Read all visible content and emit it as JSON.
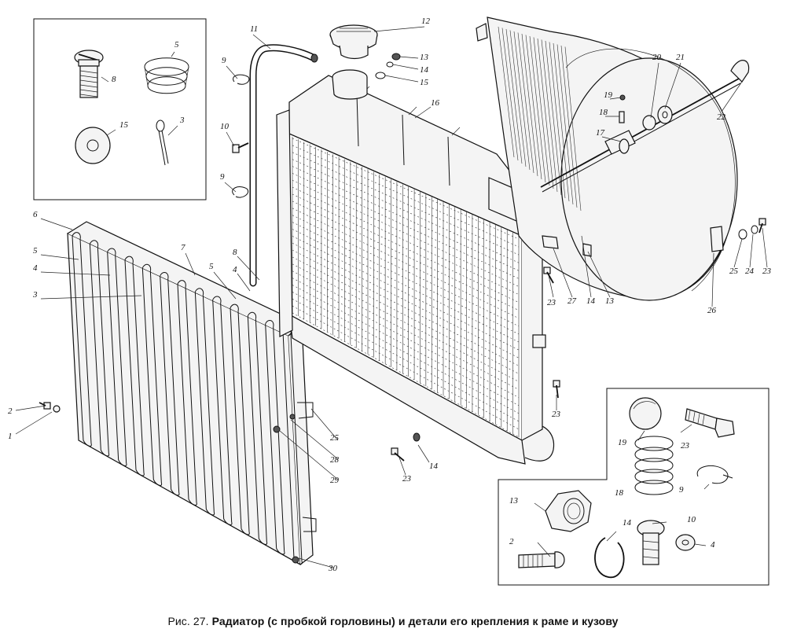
{
  "caption": {
    "prefix": "Рис. 27.",
    "title": "Радиатор (с пробкой горловины) и детали его крепления к раме и кузову"
  },
  "callouts": [
    {
      "id": "c-8-a",
      "text": "8"
    },
    {
      "id": "c-5-a",
      "text": "5"
    },
    {
      "id": "c-15-a",
      "text": "15"
    },
    {
      "id": "c-3-a",
      "text": "3"
    },
    {
      "id": "c-11",
      "text": "11"
    },
    {
      "id": "c-9-a",
      "text": "9"
    },
    {
      "id": "c-10-a",
      "text": "10"
    },
    {
      "id": "c-9-b",
      "text": "9"
    },
    {
      "id": "c-12",
      "text": "12"
    },
    {
      "id": "c-13-a",
      "text": "13"
    },
    {
      "id": "c-14-a",
      "text": "14"
    },
    {
      "id": "c-15-b",
      "text": "15"
    },
    {
      "id": "c-16",
      "text": "16"
    },
    {
      "id": "c-19-a",
      "text": "19"
    },
    {
      "id": "c-20",
      "text": "20"
    },
    {
      "id": "c-21",
      "text": "21"
    },
    {
      "id": "c-18-a",
      "text": "18"
    },
    {
      "id": "c-22",
      "text": "22"
    },
    {
      "id": "c-17",
      "text": "17"
    },
    {
      "id": "c-6",
      "text": "6"
    },
    {
      "id": "c-5-b",
      "text": "5"
    },
    {
      "id": "c-4-a",
      "text": "4"
    },
    {
      "id": "c-3-b",
      "text": "3"
    },
    {
      "id": "c-7",
      "text": "7"
    },
    {
      "id": "c-5-c",
      "text": "5"
    },
    {
      "id": "c-4-b",
      "text": "4"
    },
    {
      "id": "c-8-b",
      "text": "8"
    },
    {
      "id": "c-23-a",
      "text": "23"
    },
    {
      "id": "c-27",
      "text": "27"
    },
    {
      "id": "c-14-b",
      "text": "14"
    },
    {
      "id": "c-13-b",
      "text": "13"
    },
    {
      "id": "c-25-a",
      "text": "25"
    },
    {
      "id": "c-24",
      "text": "24"
    },
    {
      "id": "c-23-b",
      "text": "23"
    },
    {
      "id": "c-26",
      "text": "26"
    },
    {
      "id": "c-2-a",
      "text": "2"
    },
    {
      "id": "c-1",
      "text": "1"
    },
    {
      "id": "c-25-b",
      "text": "25"
    },
    {
      "id": "c-28",
      "text": "28"
    },
    {
      "id": "c-29",
      "text": "29"
    },
    {
      "id": "c-30",
      "text": "30"
    },
    {
      "id": "c-23-c",
      "text": "23"
    },
    {
      "id": "c-23-d",
      "text": "23"
    },
    {
      "id": "c-14-c",
      "text": "14"
    },
    {
      "id": "c-19-b",
      "text": "19"
    },
    {
      "id": "c-23-e",
      "text": "23"
    },
    {
      "id": "c-18-b",
      "text": "18"
    },
    {
      "id": "c-9-c",
      "text": "9"
    },
    {
      "id": "c-13-c",
      "text": "13"
    },
    {
      "id": "c-14-d",
      "text": "14"
    },
    {
      "id": "c-10-b",
      "text": "10"
    },
    {
      "id": "c-2-b",
      "text": "2"
    },
    {
      "id": "c-4-c",
      "text": "4"
    }
  ]
}
